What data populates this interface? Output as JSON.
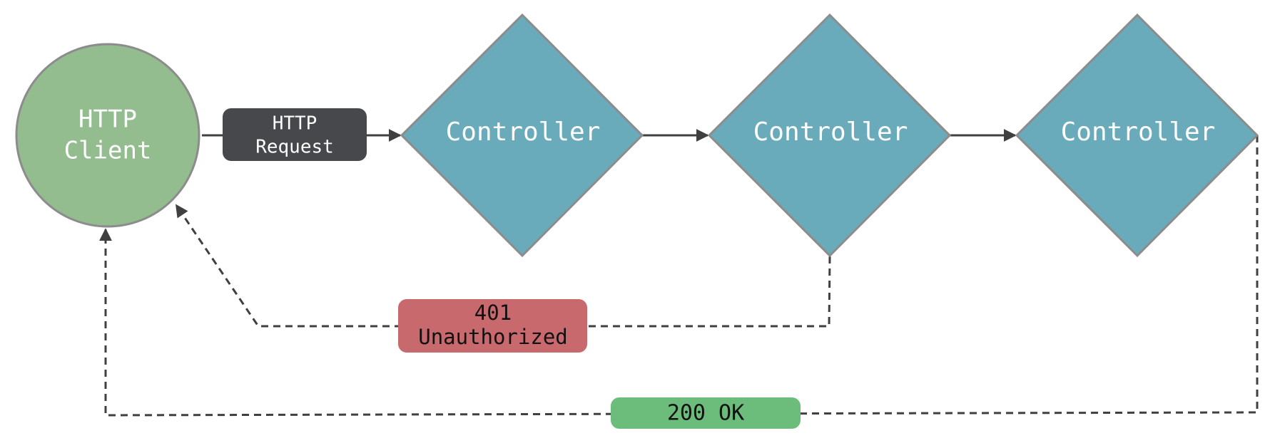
{
  "diagram": {
    "client": {
      "line1": "HTTP",
      "line2": "Client"
    },
    "request_label": {
      "line1": "HTTP",
      "line2": "Request"
    },
    "controllers": [
      {
        "label": "Controller"
      },
      {
        "label": "Controller"
      },
      {
        "label": "Controller"
      }
    ],
    "unauthorized_label": {
      "line1": "401",
      "line2": "Unauthorized"
    },
    "ok_label": "200 OK",
    "colors": {
      "client_fill": "#93bc8f",
      "controller_fill": "#6aabbb",
      "request_fill": "#47484c",
      "unauthorized_fill": "#c8696e",
      "ok_fill": "#6cbd7c",
      "arrow": "#404040",
      "node_stroke": "#8c8c8c"
    }
  }
}
